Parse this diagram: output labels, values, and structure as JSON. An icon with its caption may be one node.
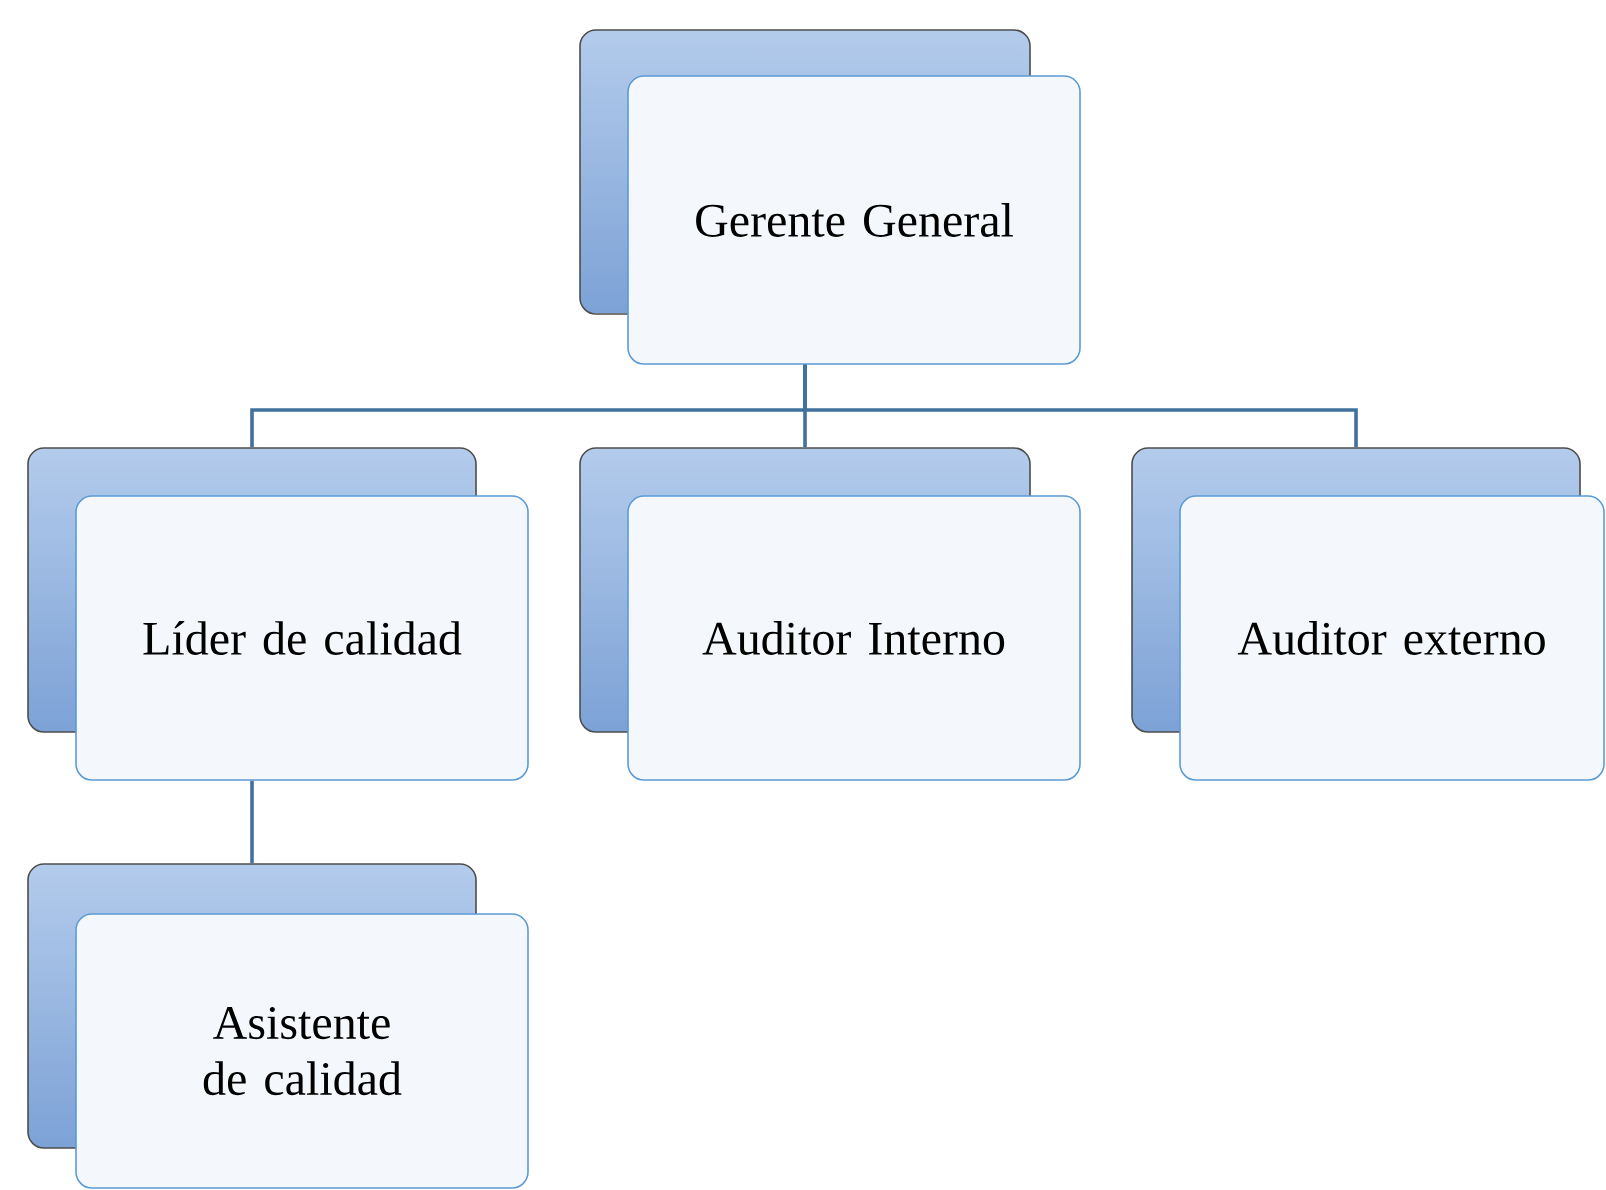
{
  "diagram": {
    "nodes": [
      {
        "text": [
          "Gerente General"
        ]
      },
      {
        "text": [
          "Líder de calidad"
        ]
      },
      {
        "text": [
          "Auditor Interno"
        ]
      },
      {
        "text": [
          "Auditor externo"
        ]
      },
      {
        "text": [
          "Asistente de calidad"
        ]
      }
    ],
    "edges": [
      {
        "from": 0,
        "to": 1,
        "arrow": "none"
      },
      {
        "from": 0,
        "to": 2,
        "arrow": "none"
      },
      {
        "from": 0,
        "to": 3,
        "arrow": "none"
      },
      {
        "from": 1,
        "to": 4,
        "arrow": "none"
      }
    ]
  }
}
